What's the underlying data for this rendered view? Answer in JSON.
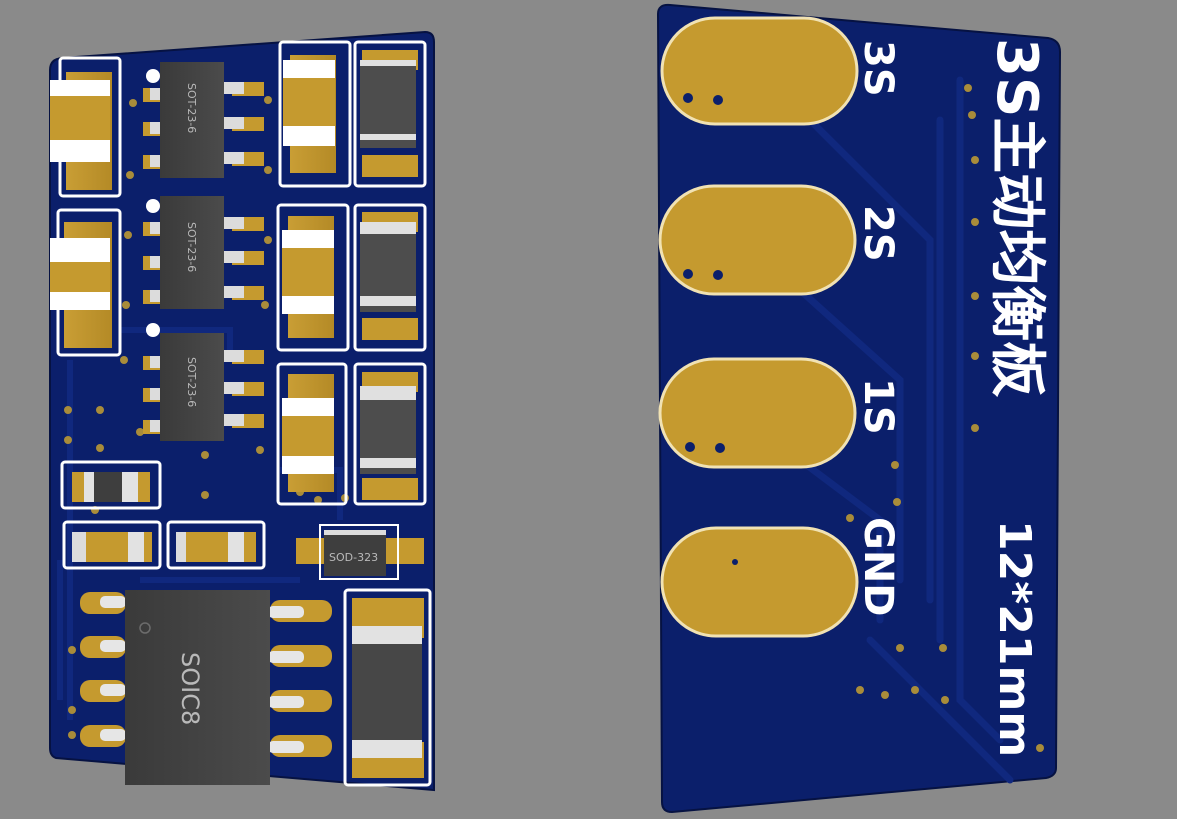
{
  "front_board": {
    "packages": {
      "sot_1": "SOT-23-6",
      "sot_2": "SOT-23-6",
      "sot_3": "SOT-23-6",
      "sod": "SOD-323",
      "soic": "SOIC8"
    }
  },
  "back_board": {
    "pad_labels": {
      "pad_3s": "3S",
      "pad_2s": "2S",
      "pad_1s": "1S",
      "pad_gnd": "GND"
    },
    "title": "3S主动均衡板",
    "dimensions": "12*21mm"
  },
  "colors": {
    "background": "#8a8a8a",
    "pcb": "#0b1f6b",
    "copper": "#c59a2f",
    "silk": "#ffffff"
  }
}
